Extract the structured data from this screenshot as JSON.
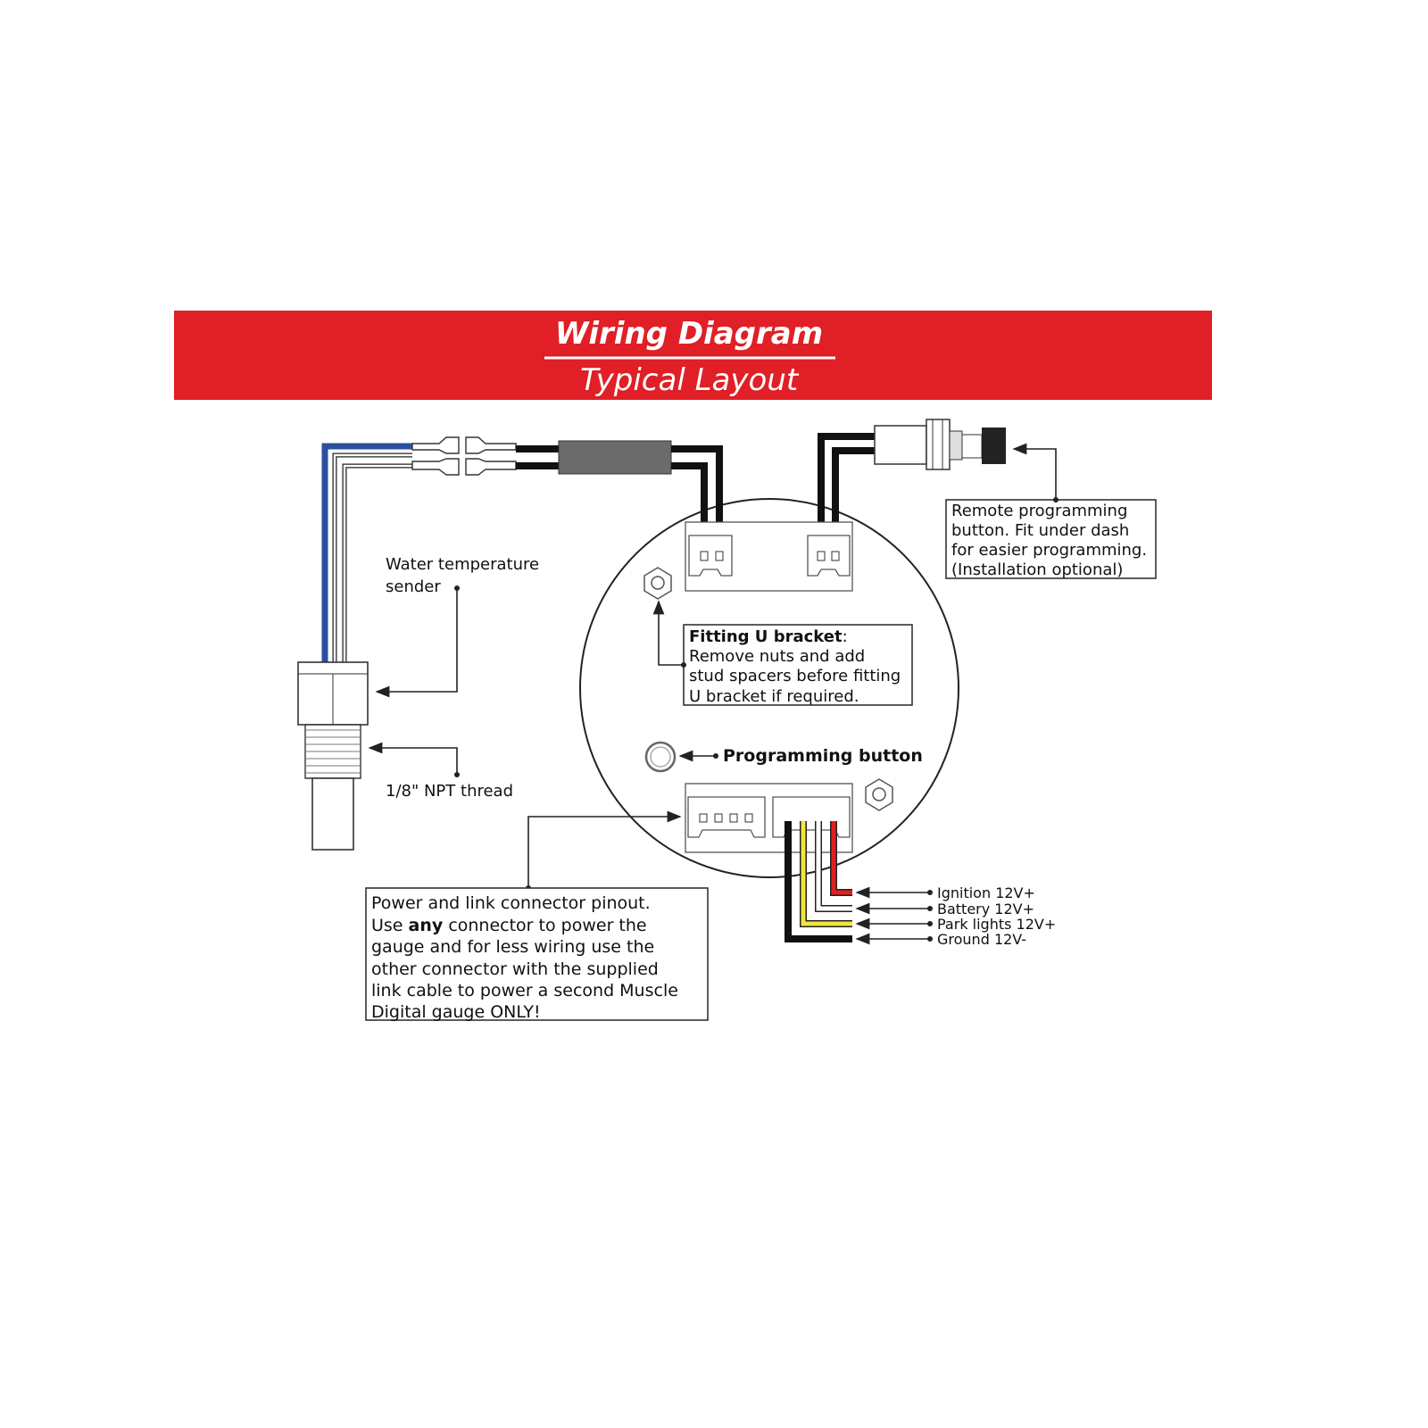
{
  "header": {
    "title": "Wiring Diagram",
    "subtitle": "Typical Layout",
    "color": "#e01f26"
  },
  "labels": {
    "sender": [
      "Water temperature",
      "sender"
    ],
    "thread": "1/8\" NPT thread",
    "programming_button": "Programming button"
  },
  "remote_note": [
    "Remote programming",
    "button. Fit under dash",
    "for easier programming.",
    "(Installation optional)"
  ],
  "bracket_note": {
    "title": "Fitting U bracket",
    "title_suffix": ":",
    "lines": [
      "Remove nuts and add",
      "stud spacers before fitting",
      "U bracket if required."
    ]
  },
  "power_note": {
    "line1": "Power and link connector pinout.",
    "line2_pre": "Use ",
    "line2_bold": "any",
    "line2_post": " connector to power the",
    "lines": [
      "gauge and for less wiring use the",
      "other connector with the supplied",
      "link cable to power a second Muscle",
      "Digital gauge ONLY!"
    ]
  },
  "wires": [
    {
      "label": "Ignition 12V+",
      "color": "#e02020"
    },
    {
      "label": "Battery 12V+",
      "color": "#ffffff"
    },
    {
      "label": "Park lights 12V+",
      "color": "#f0e640"
    },
    {
      "label": "Ground 12V-",
      "color": "#111111"
    }
  ]
}
